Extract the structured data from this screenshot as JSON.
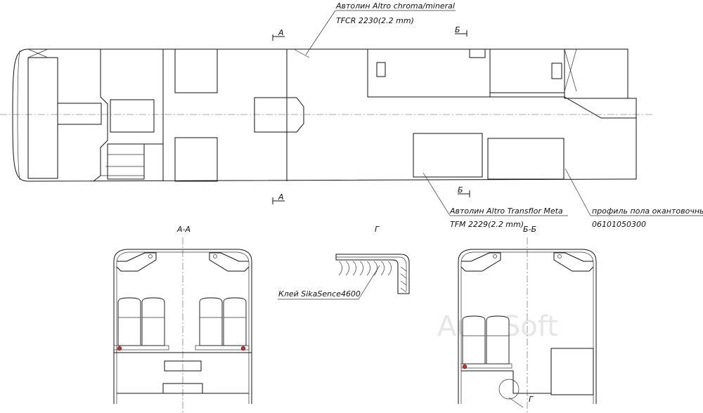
{
  "labels": {
    "floor_top_line1": "Автолин Altro chroma/mineral",
    "floor_top_line2": "TFCR 2230(2.2 mm)",
    "floor_bottom_line1": "Автолин Altro Transflor Meta",
    "floor_bottom_line2": "TFM 2229(2.2 mm)",
    "profile_line1": "профиль пола окантовочный",
    "profile_line2": "06101050300",
    "glue": "Клей SikaSence4600",
    "section_a_top": "А",
    "section_a_bottom": "А",
    "section_b_top": "Б",
    "section_b_bottom": "Б",
    "view_aa": "А-А",
    "view_g": "Г",
    "view_bb": "Б-Б",
    "callout_g": "Г"
  },
  "watermark": "AutoSoft",
  "colors": {
    "line": "#111111",
    "accent": "#b33333",
    "watermark": "#e6e6e6"
  }
}
